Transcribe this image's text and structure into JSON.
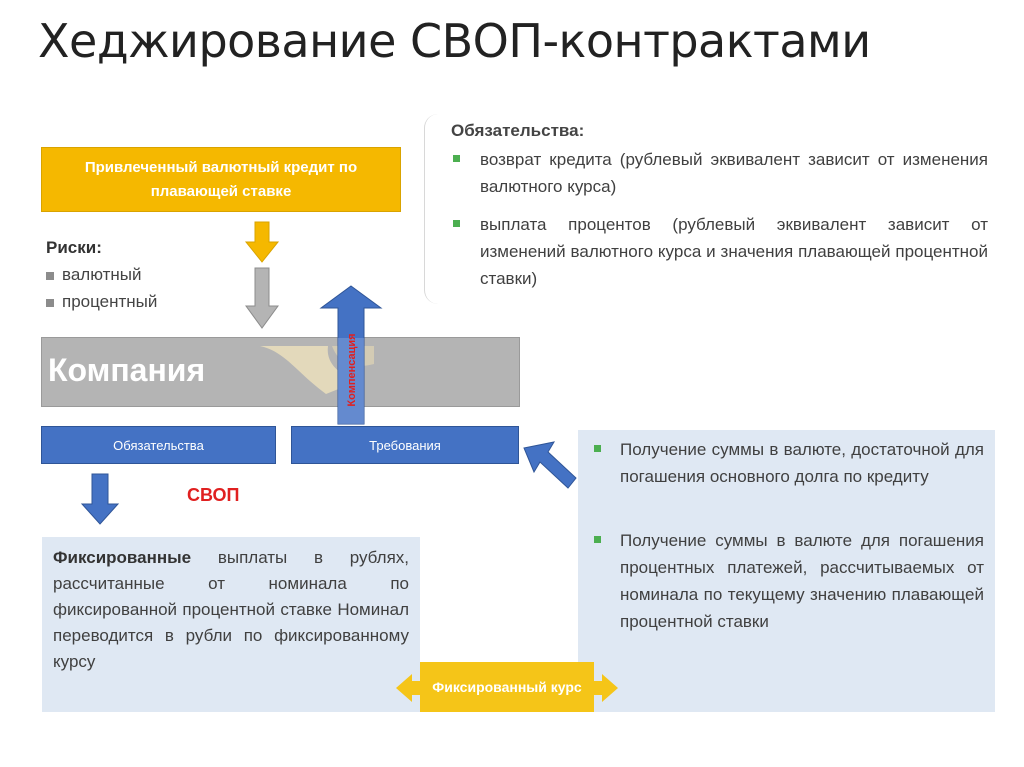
{
  "title": "Хеджирование СВОП-контрактами",
  "credit": "Привлеченный валютный кредит по плавающей ставке",
  "risks": {
    "title": "Риски:",
    "items": [
      "валютный",
      "процентный"
    ]
  },
  "company": "Компания",
  "compensation": "Компенсация",
  "obligations_box": "Обязательства",
  "claims_box": "Требования",
  "swap": "СВОП",
  "obligations": {
    "title": "Обязательства:",
    "items": [
      "возврат кредита (рублевый эквивалент зависит от изменения валютного курса)",
      "выплата процентов (рублевый эквивалент зависит от изменений валютного курса и значения плавающей процентной ставки)"
    ]
  },
  "left_panel": {
    "lead": "Фиксированные",
    "rest": " выплаты в рублях, рассчитанные от номинала по фиксированной процентной ставке Номинал переводится в рубли по фиксированному курсу"
  },
  "right_panel": {
    "items": [
      "Получение суммы в валюте, достаточной для погашения основного долга по кредиту",
      "Получение суммы в валюте для погашения процентных платежей, рассчитываемых от номинала по текущему значению плавающей процентной ставки"
    ]
  },
  "fixed_rate": "Фиксированный курс",
  "colors": {
    "yellow": "#f5b800",
    "blue": "#4472c4",
    "gray": "#b4b4b4",
    "red": "#e02020",
    "panel": "#dfe8f3",
    "bullet_green": "#4caf50"
  }
}
